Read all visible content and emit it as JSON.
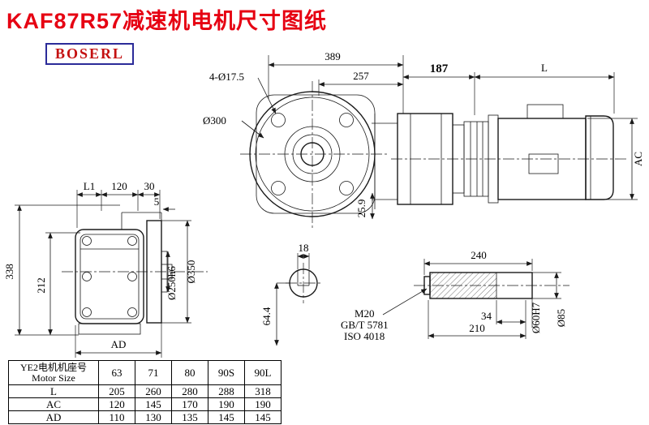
{
  "title": "KAF87R57减速机电机尺寸图纸",
  "brand": "BOSERL",
  "drawing": {
    "dims": {
      "d389": "389",
      "d257": "257",
      "d4xo17_5": "4-Ø17.5",
      "o300": "Ø300",
      "d187": "187",
      "dL": "L",
      "dAC": "AC",
      "dL1": "L1",
      "d120": "120",
      "d30": "30",
      "d5": "5",
      "d338": "338",
      "d212": "212",
      "dAD": "AD",
      "o250h6": "Ø250h6",
      "o350": "Ø350",
      "d25_9": "25.9",
      "d18": "18",
      "d64_4": "64.4",
      "d240": "240",
      "d34": "34",
      "d210": "210",
      "o60H7": "Ø60H7",
      "o85": "Ø85"
    },
    "notes": {
      "thread": "M20",
      "standard1": "GB/T 5781",
      "standard2": "ISO 4018"
    }
  },
  "table": {
    "header": {
      "motor_cn": "YE2电机机座号",
      "motor_en": "Motor Size",
      "sizes": [
        "63",
        "71",
        "80",
        "90S",
        "90L"
      ]
    },
    "rows": [
      {
        "label": "L",
        "values": [
          "205",
          "260",
          "280",
          "288",
          "318"
        ]
      },
      {
        "label": "AC",
        "values": [
          "120",
          "145",
          "170",
          "190",
          "190"
        ]
      },
      {
        "label": "AD",
        "values": [
          "110",
          "130",
          "135",
          "145",
          "145"
        ]
      }
    ]
  }
}
